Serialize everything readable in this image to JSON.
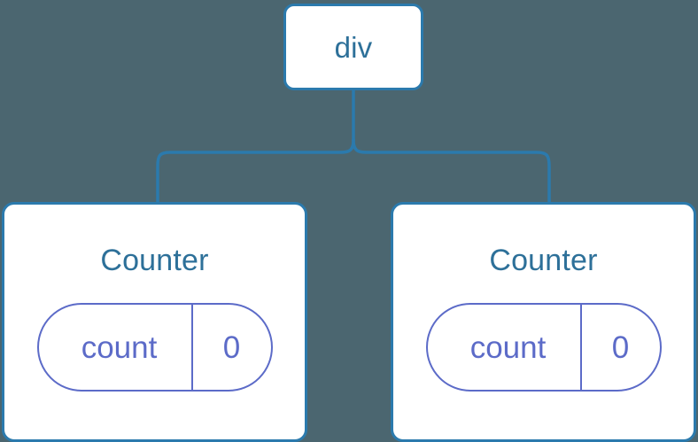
{
  "diagram": {
    "type": "component-tree",
    "background_color": "#4b6670",
    "accent_color": "#2b7aad",
    "title_color": "#2d7099",
    "state_color": "#5c6bc8",
    "root": {
      "label": "div"
    },
    "children": [
      {
        "title": "Counter",
        "state": {
          "key": "count",
          "value": "0"
        }
      },
      {
        "title": "Counter",
        "state": {
          "key": "count",
          "value": "0"
        }
      }
    ]
  }
}
